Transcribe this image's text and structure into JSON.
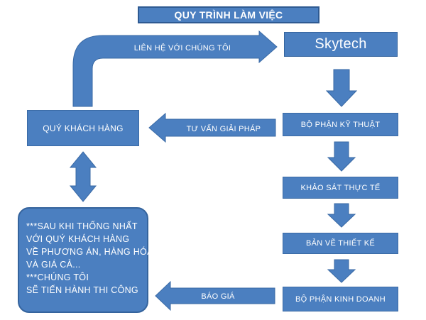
{
  "title": "QUY TRÌNH LÀM VIỆC",
  "brand": "Skytech",
  "steps": {
    "tech": "BỘ PHẬN KỸ THUẬT",
    "survey": "KHẢO SÁT THỰC TẾ",
    "design": "BẢN VẼ THIẾT KẾ",
    "sales": "BỘ PHẬN KINH DOANH"
  },
  "customer": "QUÝ KHÁCH HÀNG",
  "arrows": {
    "contact": "LIÊN HỆ VỚI CHÚNG TÔI",
    "advise": "TƯ VẤN GIẢI PHÁP",
    "quote": "BÁO GIÁ"
  },
  "note_lines": [
    "***SAU KHI THỐNG NHẤT",
    "VỚI QUÝ KHÁCH HÀNG",
    "VỀ PHƯƠNG ÁN, HÀNG HÓA",
    "VÀ GIÁ CẢ...",
    "***CHÚNG TÔI",
    "SẼ TIẾN HÀNH THI CÔNG"
  ],
  "colors": {
    "shape_fill": "#4b7fc0",
    "shape_border": "#3a6aa5",
    "text": "#ffffff"
  }
}
